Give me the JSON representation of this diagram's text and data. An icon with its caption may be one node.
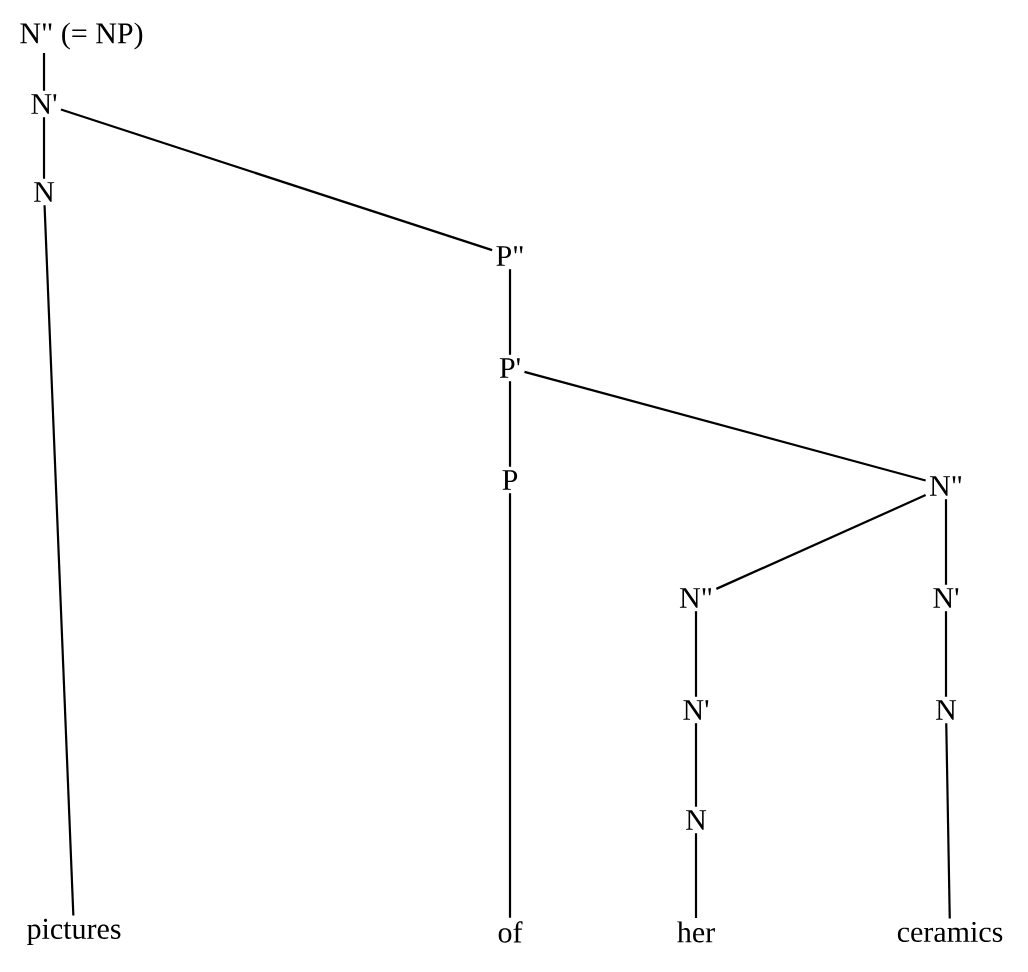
{
  "diagram": {
    "nodes": [
      {
        "text": [
          "N\" (= NP)"
        ]
      },
      {
        "text": [
          "N'"
        ]
      },
      {
        "text": [
          "N"
        ]
      },
      {
        "text": [
          "P\""
        ]
      },
      {
        "text": [
          "P'"
        ]
      },
      {
        "text": [
          "P"
        ]
      },
      {
        "text": [
          "N\""
        ]
      },
      {
        "text": [
          "N\""
        ]
      },
      {
        "text": [
          "N'"
        ]
      },
      {
        "text": [
          "N'"
        ]
      },
      {
        "text": [
          "N"
        ]
      },
      {
        "text": [
          "N"
        ]
      },
      {
        "text": [
          "pictures"
        ]
      },
      {
        "text": [
          "of"
        ]
      },
      {
        "text": [
          "her"
        ]
      },
      {
        "text": [
          "ceramics"
        ]
      }
    ],
    "edges": [
      {
        "from": 0,
        "to": 1,
        "arrow": "none"
      },
      {
        "from": 1,
        "to": 2,
        "arrow": "none"
      },
      {
        "from": 1,
        "to": 3,
        "arrow": "none"
      },
      {
        "from": 2,
        "to": 12,
        "arrow": "none"
      },
      {
        "from": 3,
        "to": 4,
        "arrow": "none"
      },
      {
        "from": 4,
        "to": 5,
        "arrow": "none"
      },
      {
        "from": 4,
        "to": 6,
        "arrow": "none"
      },
      {
        "from": 5,
        "to": 13,
        "arrow": "none"
      },
      {
        "from": 6,
        "to": 7,
        "arrow": "none"
      },
      {
        "from": 6,
        "to": 8,
        "arrow": "none"
      },
      {
        "from": 7,
        "to": 9,
        "arrow": "none"
      },
      {
        "from": 9,
        "to": 11,
        "arrow": "none"
      },
      {
        "from": 11,
        "to": 14,
        "arrow": "none"
      },
      {
        "from": 8,
        "to": 10,
        "arrow": "none"
      },
      {
        "from": 10,
        "to": 15,
        "arrow": "none"
      }
    ]
  }
}
